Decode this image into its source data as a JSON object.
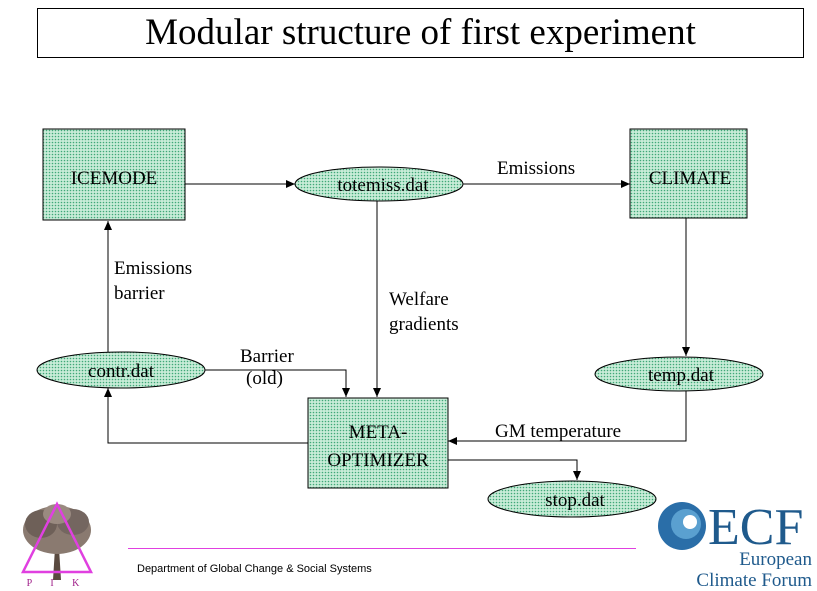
{
  "title": "Modular structure of first experiment",
  "nodes": {
    "icemode": "ICEMODE",
    "climate": "CLIMATE",
    "meta_line1": "META-",
    "meta_line2": "OPTIMIZER",
    "totemiss": "totemiss.dat",
    "contr": "contr.dat",
    "temp": "temp.dat",
    "stop": "stop.dat"
  },
  "edges": {
    "emissions": "Emissions",
    "emissions_barrier_1": "Emissions",
    "emissions_barrier_2": "barrier",
    "welfare_1": "Welfare",
    "welfare_2": "gradients",
    "barrier_1": "Barrier",
    "barrier_2": "(old)",
    "gm_temperature": "GM temperature"
  },
  "footer": {
    "department": "Department of Global Change & Social Systems",
    "pik_letters": "P I K",
    "ecf_big": "ECF",
    "ecf_line1": "European",
    "ecf_line2": "Climate Forum"
  },
  "colors": {
    "node_fill": "#c8ecd8",
    "node_dot": "#40a878",
    "footer_line": "#e040e0",
    "ecf_blue": "#1f5a8c"
  }
}
